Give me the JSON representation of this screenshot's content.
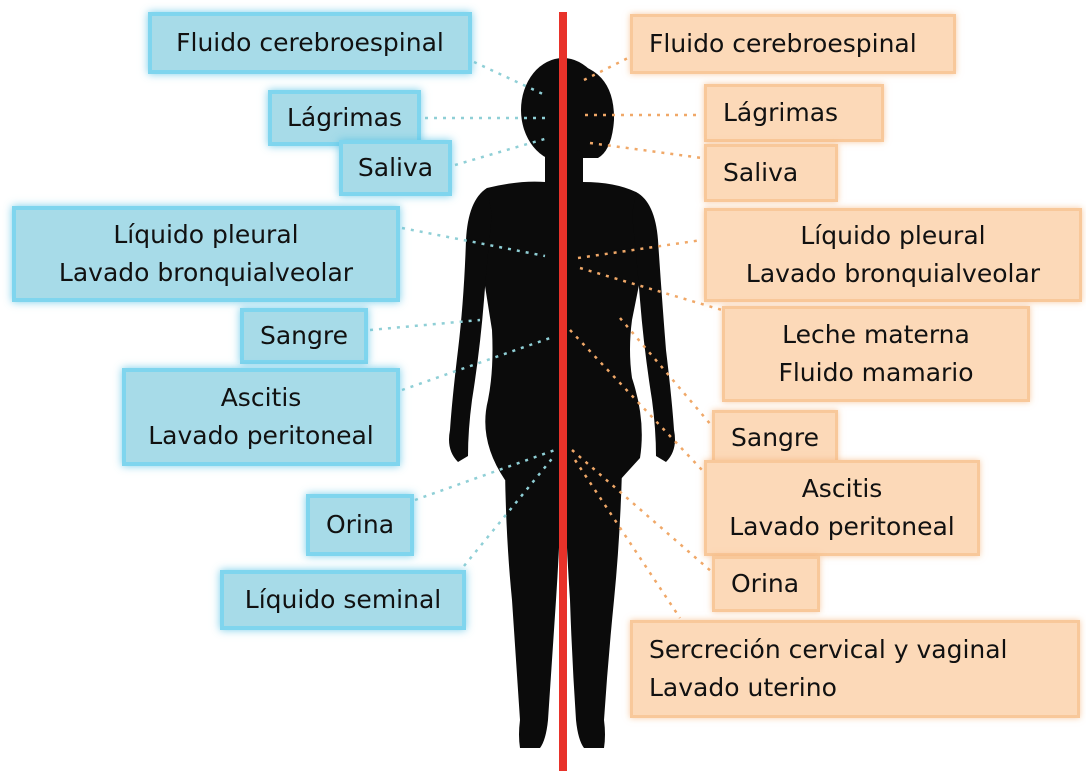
{
  "colors": {
    "left_box_fill": "#a7dbe8",
    "left_box_border": "#7fd5ee",
    "left_connector": "#8fcfd6",
    "right_box_fill": "#fcd9b8",
    "right_box_border": "#f8c89a",
    "right_connector": "#f0a868",
    "divider": "#e8322a",
    "silhouette": "#0b0b0b"
  },
  "left": {
    "fluido_cerebroespinal": "Fluido cerebroespinal",
    "lagrimas": "Lágrimas",
    "saliva": "Saliva",
    "liquido_pleural": "Líquido pleural",
    "lavado_bronquialveolar": "Lavado bronquialveolar",
    "sangre": "Sangre",
    "ascitis": "Ascitis",
    "lavado_peritoneal": "Lavado peritoneal",
    "orina": "Orina",
    "liquido_seminal": "Líquido seminal"
  },
  "right": {
    "fluido_cerebroespinal": "Fluido cerebroespinal",
    "lagrimas": "Lágrimas",
    "saliva": "Saliva",
    "liquido_pleural": "Líquido pleural",
    "lavado_bronquialveolar": "Lavado bronquialveolar",
    "leche_materna": "Leche materna",
    "fluido_mamario": "Fluido mamario",
    "sangre": "Sangre",
    "ascitis": "Ascitis",
    "lavado_peritoneal": "Lavado peritoneal",
    "orina": "Orina",
    "secrecion_cervical": "Sercreción cervical y vaginal",
    "lavado_uterino": "Lavado uterino"
  }
}
